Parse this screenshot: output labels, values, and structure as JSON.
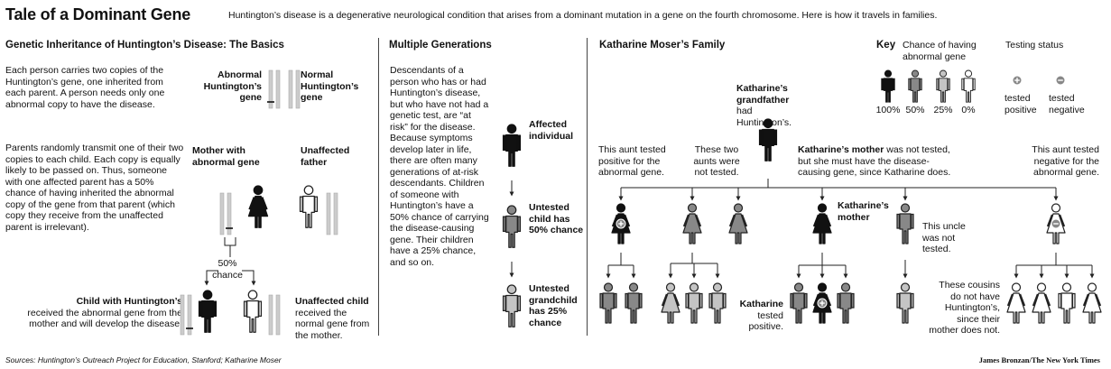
{
  "header": {
    "title": "Tale of a Dominant Gene",
    "intro": "Huntington’s disease is a degenerative neurological condition that arises from a dominant mutation in a gene on the fourth chromosome. Here is how it travels in families."
  },
  "basics": {
    "heading": "Genetic Inheritance of Huntington’s Disease: The Basics",
    "para1": "Each person carries two copies of the Huntington’s gene, one inherited from each parent. A person needs only one abnormal copy to have the disease.",
    "para2": "Parents randomly transmit one of their two copies to each child. Each copy is equally likely to be passed on. Thus, someone with one affected parent has a 50% chance of having inherited the abnormal copy of the gene from that parent (which copy they receive from the unaffected parent is irrelevant).",
    "abnormal_gene_label": "Abnormal Huntington’s gene",
    "normal_gene_label": "Normal Huntington’s gene",
    "mother_label": "Mother with abnormal gene",
    "father_label": "Unaffected father",
    "chance_label": "50% chance",
    "child_hd_title": "Child with Huntington’s",
    "child_hd_text": "received the abnormal gene from the mother and will develop the disease.",
    "child_unaffected_title": "Unaffected child",
    "child_unaffected_text": "received the normal gene from the mother."
  },
  "generations": {
    "heading": "Multiple Generations",
    "text": "Descendants of a person who has or had Huntington’s disease, but who have not had a genetic test, are “at risk” for the disease. Because symptoms develop later in life, there are often many generations of at-risk descendants. Children of someone with Huntington’s have a 50% chance of carrying the disease-causing gene. Their children have a 25% chance, and so on.",
    "affected_label": "Affected individual",
    "child_label": "Untested child has 50% chance",
    "grandchild_label": "Untested grandchild has 25% chance"
  },
  "family": {
    "heading": "Katharine Moser’s Family",
    "grandfather_bold": "Katharine’s grandfather",
    "grandfather_rest": " had Huntington’s.",
    "aunt_positive": "This aunt tested positive for the abnormal gene.",
    "two_aunts": "These two aunts were not tested.",
    "mother_note_bold": "Katharine’s mother",
    "mother_note_rest": " was not tested, but she must have the disease-causing gene, since Katharine does.",
    "aunt_negative": "This aunt tested negative for the abnormal gene.",
    "mother_label": "Katharine’s mother",
    "uncle_note": "This uncle was not tested.",
    "katharine_bold": "Katharine",
    "katharine_rest": " tested positive.",
    "cousins_note": "These cousins do not have Huntington’s, since their mother does not."
  },
  "key": {
    "title": "Key",
    "chance_title": "Chance of having abnormal gene",
    "chance_values": [
      "100%",
      "50%",
      "25%",
      "0%"
    ],
    "testing_title": "Testing status",
    "tested_positive": "tested positive",
    "tested_negative": "tested negative",
    "colors": {
      "affected": "#111111",
      "fifty": "#888888",
      "twentyfive": "#c4c4c4",
      "zero": "#ffffff"
    }
  },
  "footer": {
    "sources": "Sources: Huntington’s Outreach Project for Education, Stanford; Katharine Moser",
    "credit": "James Bronzan/The New York Times"
  }
}
